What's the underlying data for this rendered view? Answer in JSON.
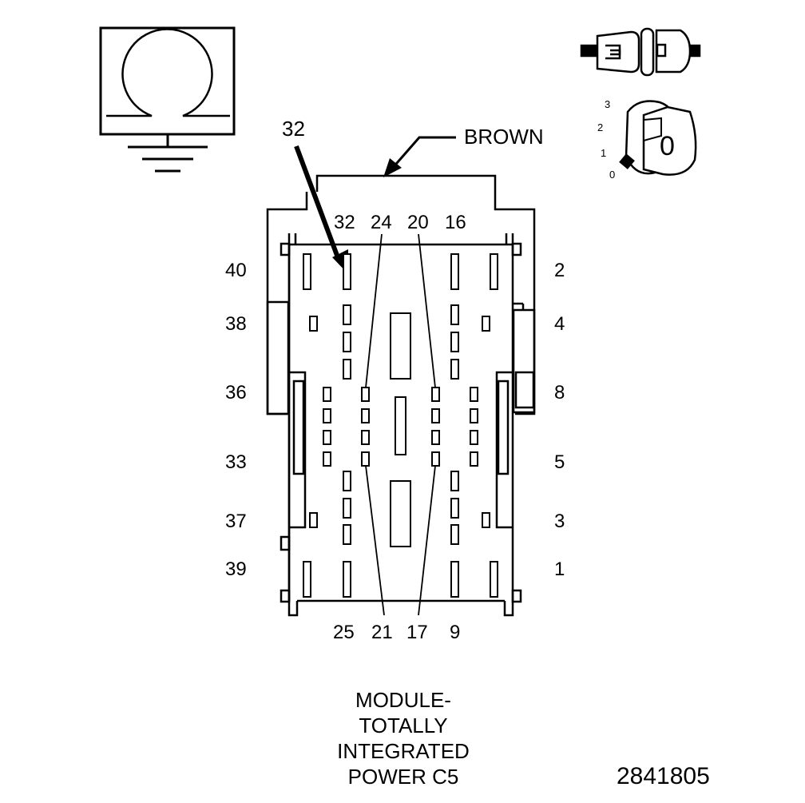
{
  "callout": {
    "pin": "32",
    "wire_color": "BROWN"
  },
  "top_pins": [
    "32",
    "24",
    "20",
    "16"
  ],
  "bottom_pins": [
    "25",
    "21",
    "17",
    "9"
  ],
  "left_pins": [
    "40",
    "38",
    "36",
    "33",
    "37",
    "39"
  ],
  "right_pins": [
    "2",
    "4",
    "8",
    "5",
    "3",
    "1"
  ],
  "ignition_positions": [
    "3",
    "2",
    "1",
    "0"
  ],
  "key_label": "0",
  "caption": {
    "line1": "MODULE-",
    "line2": "TOTALLY",
    "line3": "INTEGRATED",
    "line4": "POWER C5"
  },
  "document_number": "2841805",
  "icons": {
    "ground": "ground-symbol-icon",
    "connector": "inline-connector-icon",
    "ignition": "ignition-switch-icon"
  }
}
